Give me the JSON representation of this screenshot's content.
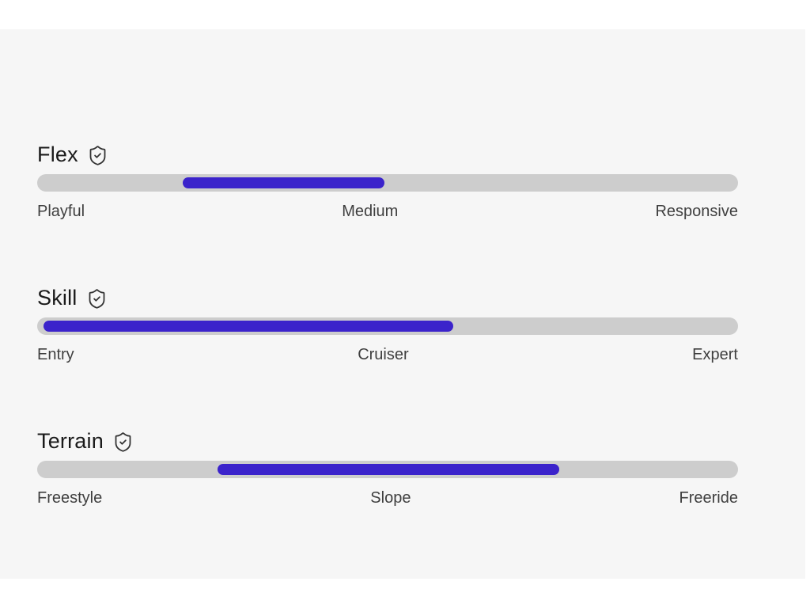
{
  "page": {
    "background": "#ffffff",
    "panel_background": "#f6f6f6"
  },
  "colors": {
    "track": "#cdcdcd",
    "fill": "#3b23cb",
    "title_text": "#1a1a1a",
    "label_text": "#3f3f3f",
    "icon_stroke": "#333333"
  },
  "sections": [
    {
      "title": "Flex",
      "icon": "shield-check-icon",
      "fill": {
        "left_pct": 20.8,
        "width_pct": 28.7
      },
      "labels": {
        "left": "Playful",
        "center": "Medium",
        "right": "Responsive"
      }
    },
    {
      "title": "Skill",
      "icon": "shield-check-icon",
      "fill": {
        "left_pct": 0.9,
        "width_pct": 58.5
      },
      "labels": {
        "left": "Entry",
        "center": "Cruiser",
        "right": "Expert"
      }
    },
    {
      "title": "Terrain",
      "icon": "shield-check-icon",
      "fill": {
        "left_pct": 25.7,
        "width_pct": 48.8
      },
      "labels": {
        "left": "Freestyle",
        "center": "Slope",
        "right": "Freeride"
      }
    }
  ]
}
